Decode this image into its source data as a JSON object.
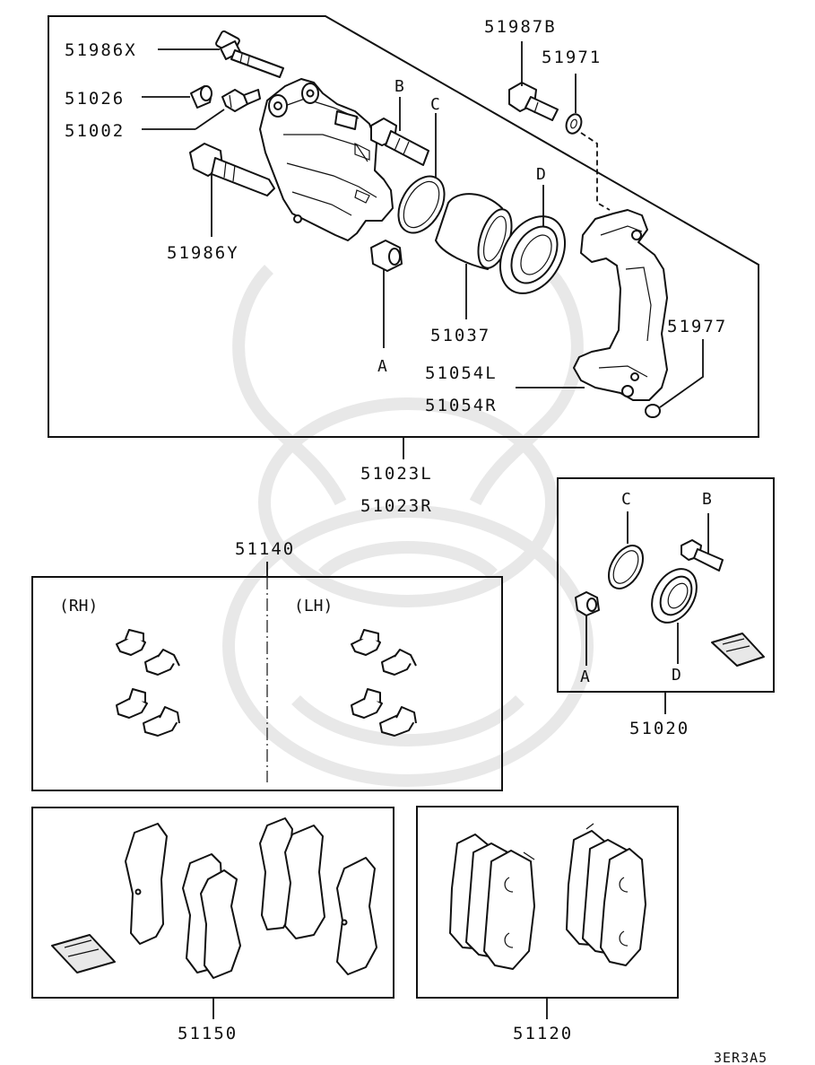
{
  "diagram_code": "3ER3A5",
  "caliper_assembly": {
    "assembly_left": "51023L",
    "assembly_right": "51023R",
    "parts": {
      "guide_pin_x": "51986X",
      "guide_pin_y": "51986Y",
      "bleeder_cap": "51026",
      "bleeder_screw": "51002",
      "piston": "51037",
      "bracket_left": "51054L",
      "bracket_right": "51054R",
      "bracket_bolt": "51987B",
      "washer": "51971",
      "clip": "51977"
    },
    "callouts": {
      "a": "A",
      "b": "B",
      "c": "C",
      "d": "D"
    }
  },
  "seal_kit": {
    "number": "51020",
    "callouts": {
      "a": "A",
      "b": "B",
      "c": "C",
      "d": "D"
    }
  },
  "clip_kit": {
    "number": "51140",
    "side_right": "(RH)",
    "side_left": "(LH)"
  },
  "shim_kit": {
    "number": "51150"
  },
  "pad_set": {
    "number": "51120"
  }
}
